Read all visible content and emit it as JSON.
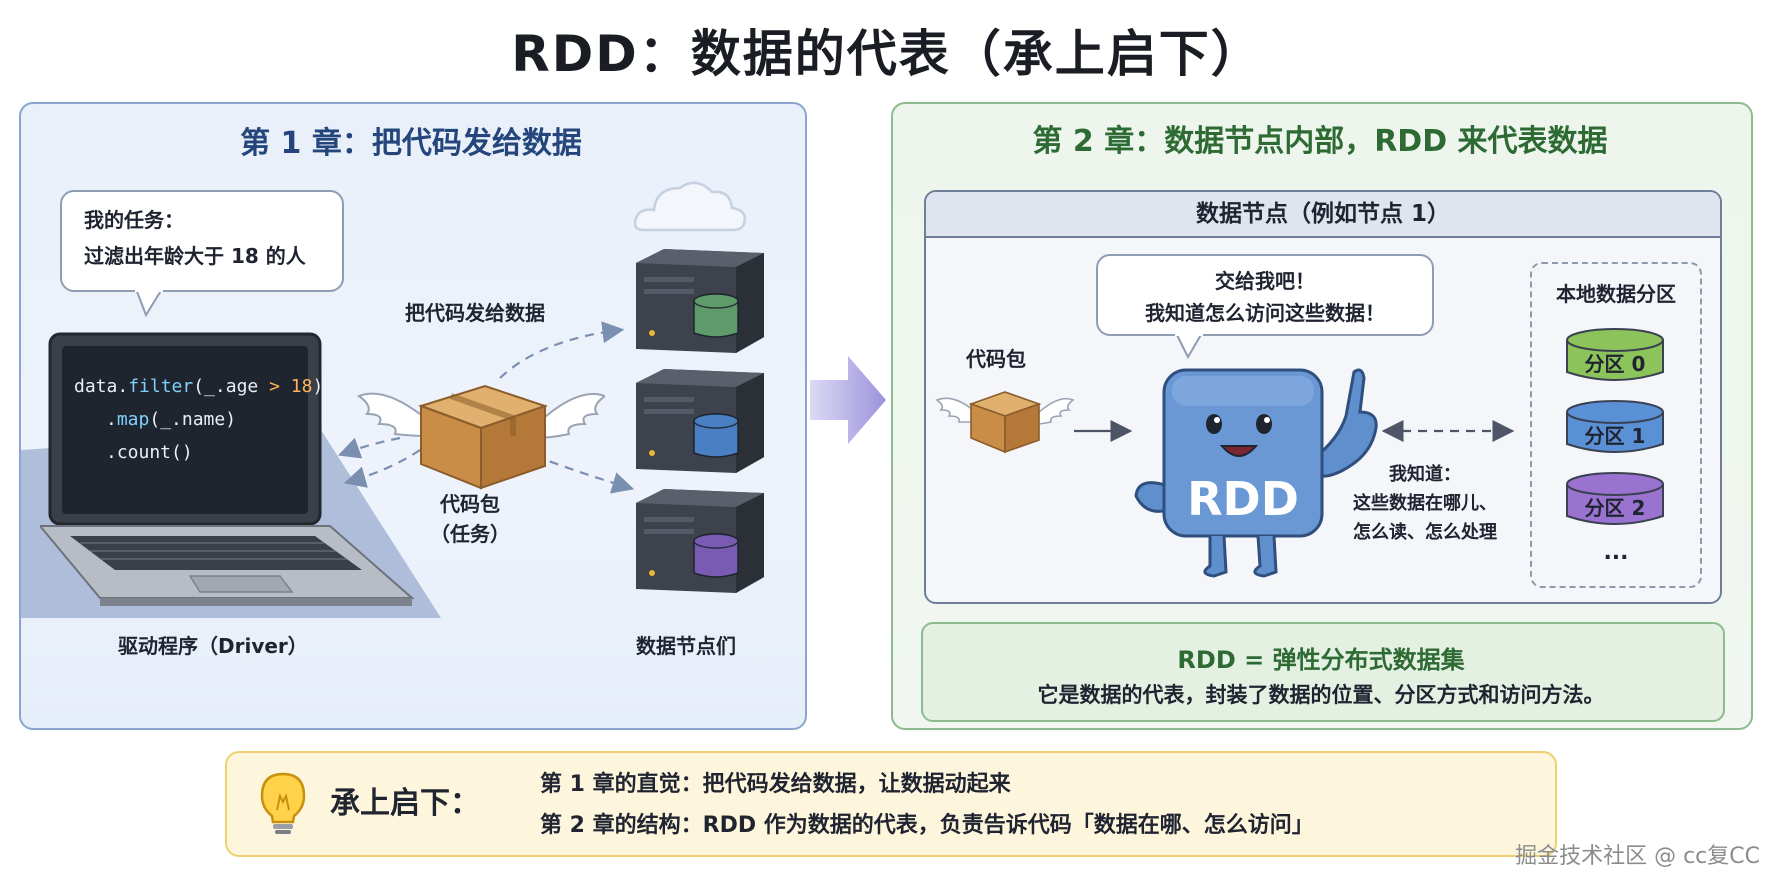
{
  "title": "RDD：数据的代表（承上启下）",
  "chapter1": {
    "heading": "第 1 章：把代码发给数据",
    "bubble_line1": "我的任务：",
    "bubble_line2": "过滤出年龄大于 18 的人",
    "code": {
      "line1_a": "data.",
      "line1_fn": "filter",
      "line1_b": "(_.age ",
      "line1_op": ">",
      "line1_c": " ",
      "line1_num": "18",
      "line1_d": ")",
      "line2_a": ".",
      "line2_fn": "map",
      "line2_b": "(_.name)",
      "line3": ".count()"
    },
    "send_label": "把代码发给数据",
    "package_label_1": "代码包",
    "package_label_2": "（任务）",
    "driver_label": "驱动程序（Driver）",
    "nodes_label": "数据节点们",
    "node_disk_colors": [
      "#5f9a6a",
      "#4a7fc4",
      "#7a5bb3"
    ]
  },
  "chapter2": {
    "heading": "第 2 章：数据节点内部，RDD 来代表数据",
    "node_title": "数据节点（例如节点 1）",
    "bubble_line1": "交给我吧！",
    "bubble_line2": "我知道怎么访问这些数据！",
    "package_label": "代码包",
    "rdd_label": "RDD",
    "know_line1": "我知道：",
    "know_line2": "这些数据在哪儿、",
    "know_line3": "怎么读、怎么处理",
    "partitions_title": "本地数据分区",
    "partitions": [
      {
        "label": "分区 0",
        "color": "#8cc35a"
      },
      {
        "label": "分区 1",
        "color": "#5a90d6"
      },
      {
        "label": "分区 2",
        "color": "#9a72cf"
      }
    ],
    "partitions_more": "...",
    "def_title": "RDD = 弹性分布式数据集",
    "def_desc": "它是数据的代表，封装了数据的位置、分区方式和访问方法。"
  },
  "summary": {
    "icon": "lightbulb-icon",
    "title": "承上启下：",
    "line1": "第 1 章的直觉：把代码发给数据，让数据动起来",
    "line2": "第 2 章的结构：RDD 作为数据的代表，负责告诉代码「数据在哪、怎么访问」"
  },
  "watermark": "掘金技术社区 @ cc复CC"
}
